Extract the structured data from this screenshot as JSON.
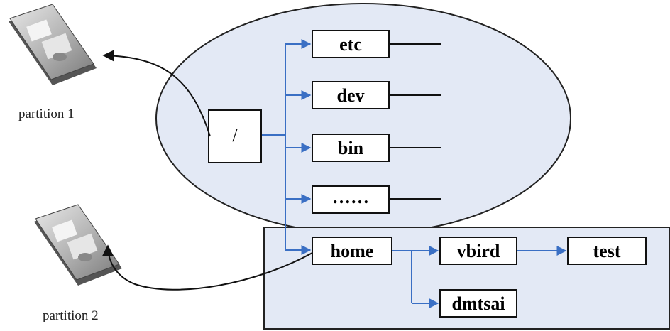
{
  "colors": {
    "region_fill": "#e3e9f5",
    "region_stroke": "#222222",
    "tree_line": "#3a6fc4",
    "box_fill": "#ffffff"
  },
  "root": {
    "label": "/"
  },
  "top_dirs": [
    {
      "id": "etc",
      "label": "etc"
    },
    {
      "id": "dev",
      "label": "dev"
    },
    {
      "id": "bin",
      "label": "bin"
    },
    {
      "id": "more",
      "label": "……"
    }
  ],
  "home": {
    "label": "home"
  },
  "home_children": [
    {
      "id": "vbird",
      "label": "vbird"
    },
    {
      "id": "dmtsai",
      "label": "dmtsai"
    }
  ],
  "vbird_child": {
    "label": "test"
  },
  "partitions": [
    {
      "id": "partition-1",
      "label": "partition 1",
      "icon": "hard-disk-icon"
    },
    {
      "id": "partition-2",
      "label": "partition 2",
      "icon": "hard-disk-icon"
    }
  ]
}
